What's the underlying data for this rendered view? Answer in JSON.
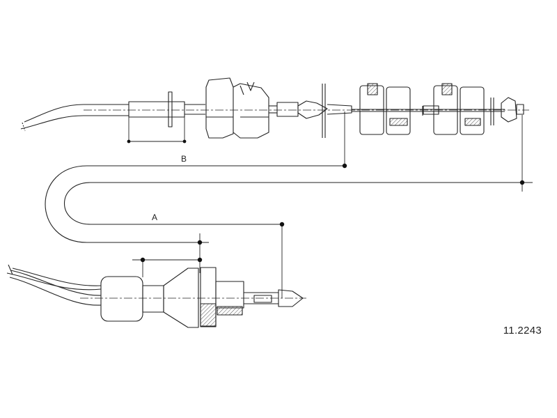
{
  "drawing": {
    "part_number": "11.2243",
    "dimensions": [
      {
        "id": "A",
        "label": "A"
      },
      {
        "id": "B",
        "label": "B"
      }
    ]
  },
  "colors": {
    "line": "#222222",
    "hatch": "#666666",
    "background": "#ffffff"
  }
}
